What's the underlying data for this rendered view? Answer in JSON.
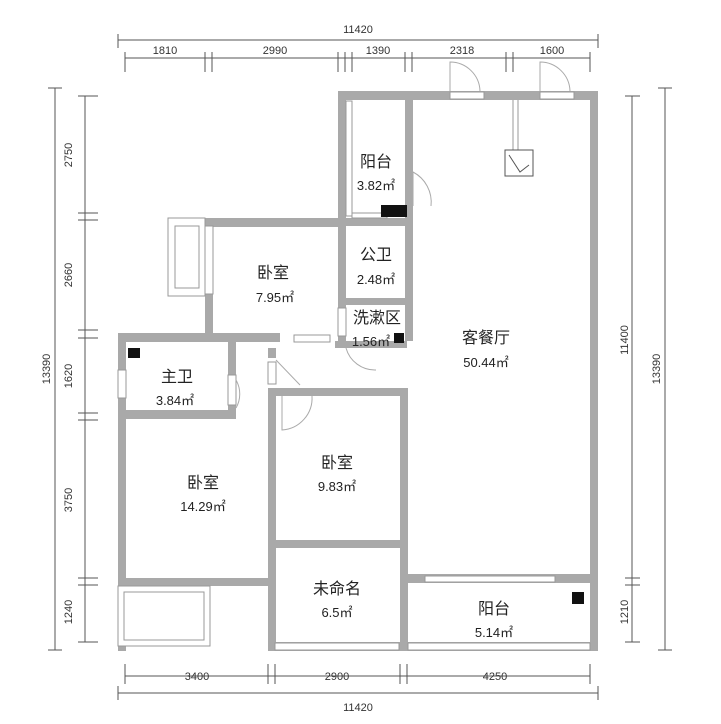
{
  "dimensions": {
    "top_total": "11420",
    "top_segments": [
      "1810",
      "2990",
      "1390",
      "2318",
      "1600"
    ],
    "bottom_total": "11420",
    "bottom_segments": [
      "3400",
      "2900",
      "4250"
    ],
    "left_total": "13390",
    "left_segments": [
      "2750",
      "2660",
      "1620",
      "3750",
      "1240"
    ],
    "right_total_outer": "13390",
    "right_total_inner": "11400",
    "right_segments": [
      "1210"
    ]
  },
  "rooms": [
    {
      "name": "阳台",
      "area": "3.82㎡"
    },
    {
      "name": "公卫",
      "area": "2.48㎡"
    },
    {
      "name": "洗漱区",
      "area": "1.56㎡"
    },
    {
      "name": "卧室",
      "area": "7.95㎡"
    },
    {
      "name": "客餐厅",
      "area": "50.44㎡"
    },
    {
      "name": "主卫",
      "area": "3.84㎡"
    },
    {
      "name": "卧室",
      "area": "14.29㎡"
    },
    {
      "name": "卧室",
      "area": "9.83㎡"
    },
    {
      "name": "未命名",
      "area": "6.5㎡"
    },
    {
      "name": "阳台",
      "area": "5.14㎡"
    }
  ]
}
